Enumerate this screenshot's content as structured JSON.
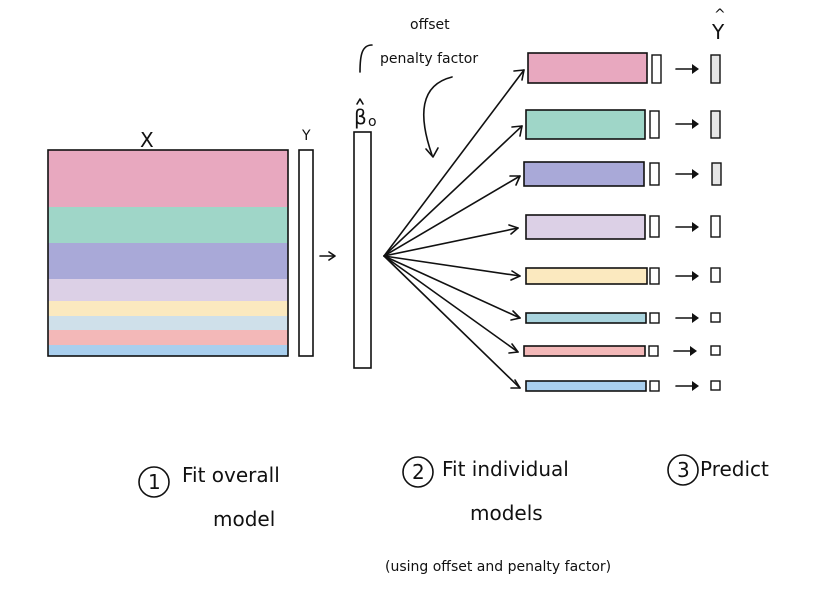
{
  "labels": {
    "x_label": "X",
    "y_label": "Y",
    "beta_label": "β",
    "beta_sub": "o",
    "offset_label_1": "offset",
    "offset_label_2": "penalty factor",
    "yhat_label": "Y",
    "yhat_hat": "^"
  },
  "steps": [
    {
      "number": "1",
      "line1": "Fit overall",
      "line2": "model",
      "line3": ""
    },
    {
      "number": "2",
      "line1": "Fit individual",
      "line2": "models",
      "line3": "(using offset and penalty factor)"
    },
    {
      "number": "3",
      "line1": "Predict",
      "line2": "",
      "line3": ""
    }
  ],
  "groups": [
    {
      "color": "#e8a8bf"
    },
    {
      "color": "#9fd6c8"
    },
    {
      "color": "#a9a9d8"
    },
    {
      "color": "#dcd0e6"
    },
    {
      "color": "#fbe9bf"
    },
    {
      "color": "#a9d4de"
    },
    {
      "color": "#f3b8b8"
    },
    {
      "color": "#a9cfee"
    }
  ]
}
